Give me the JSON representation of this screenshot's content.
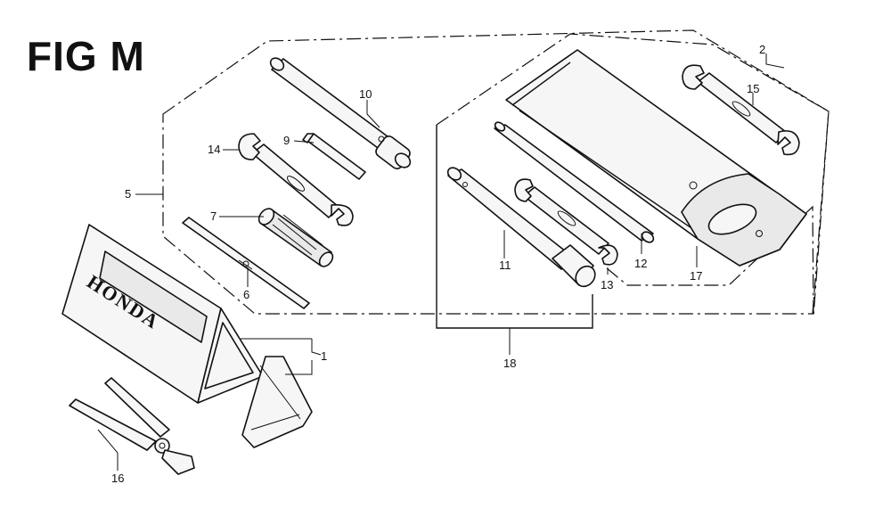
{
  "figure": {
    "title": "FIG M"
  },
  "callouts": [
    {
      "id": "c1",
      "label": "1"
    },
    {
      "id": "c2",
      "label": "2"
    },
    {
      "id": "c5",
      "label": "5"
    },
    {
      "id": "c6",
      "label": "6"
    },
    {
      "id": "c7",
      "label": "7"
    },
    {
      "id": "c9",
      "label": "9"
    },
    {
      "id": "c10",
      "label": "10"
    },
    {
      "id": "c11",
      "label": "11"
    },
    {
      "id": "c12",
      "label": "12"
    },
    {
      "id": "c13",
      "label": "13"
    },
    {
      "id": "c14",
      "label": "14"
    },
    {
      "id": "c15",
      "label": "15"
    },
    {
      "id": "c16",
      "label": "16"
    },
    {
      "id": "c17",
      "label": "17"
    },
    {
      "id": "c18",
      "label": "18"
    }
  ],
  "tool_bag": {
    "brand_text": "HONDA"
  }
}
